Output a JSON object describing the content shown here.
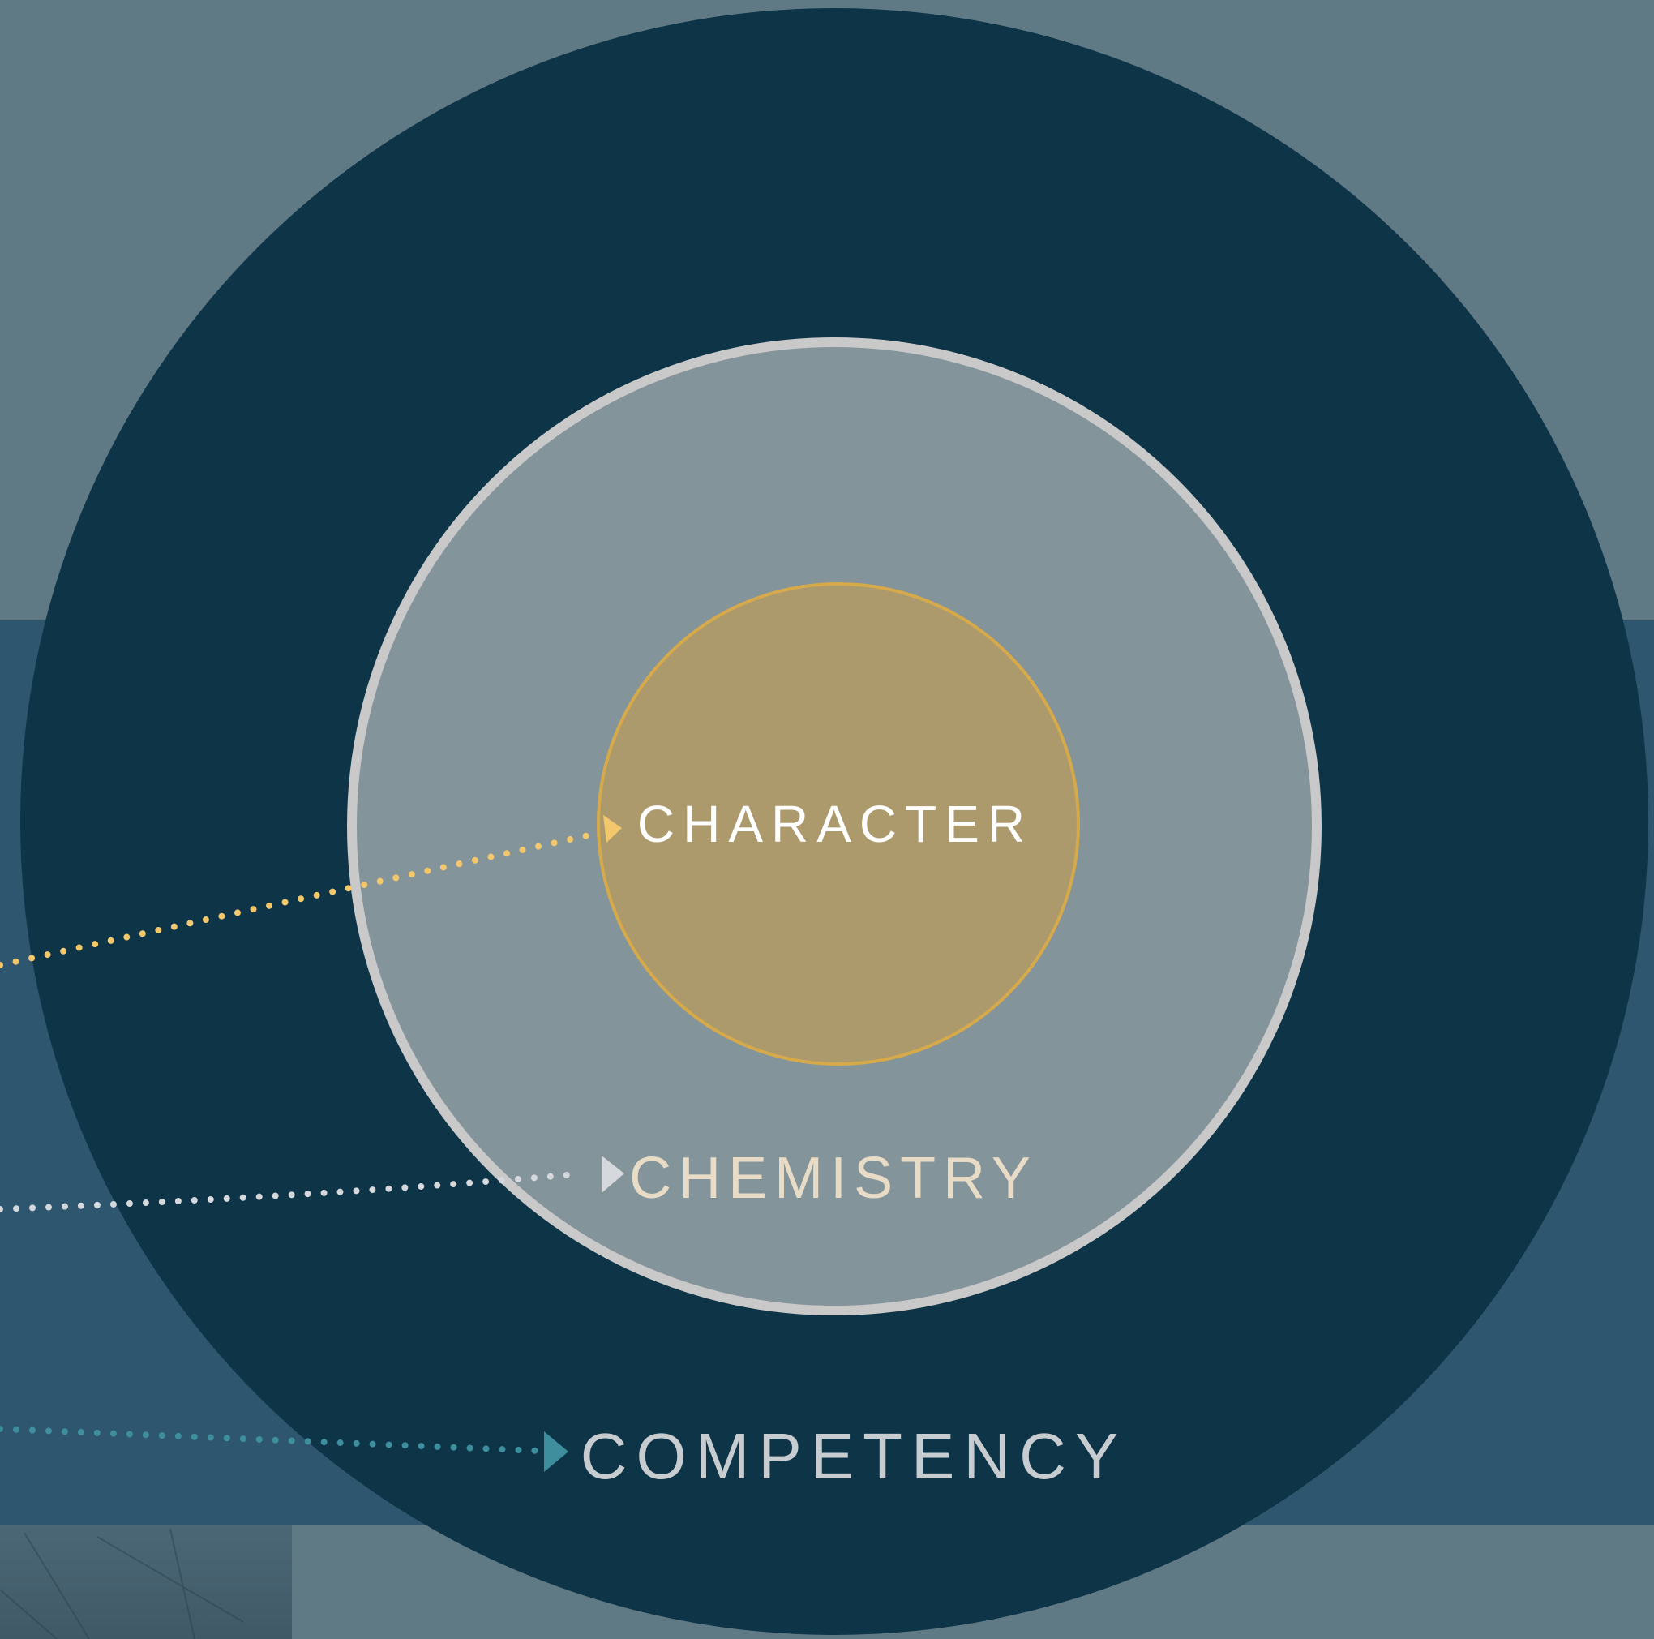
{
  "diagram": {
    "labels": {
      "character": "CHARACTER",
      "chemistry": "CHEMISTRY",
      "competency": "COMPETENCY"
    },
    "colors": {
      "background_top": "#5f7985",
      "band": "#2e566f",
      "outer_ring": "#0e3448",
      "middle_ring": "#84949b",
      "middle_ring_border": "#c9c9c9",
      "inner_circle": "#ad9a6c",
      "inner_circle_border": "#d6a94a",
      "character_arrow": "#f3c76c",
      "chemistry_arrow": "#d5d8dc",
      "competency_arrow": "#3f8e9e",
      "character_text": "#ffffff",
      "chemistry_text": "#e8dcc7",
      "competency_text": "#c7ccd0"
    }
  }
}
